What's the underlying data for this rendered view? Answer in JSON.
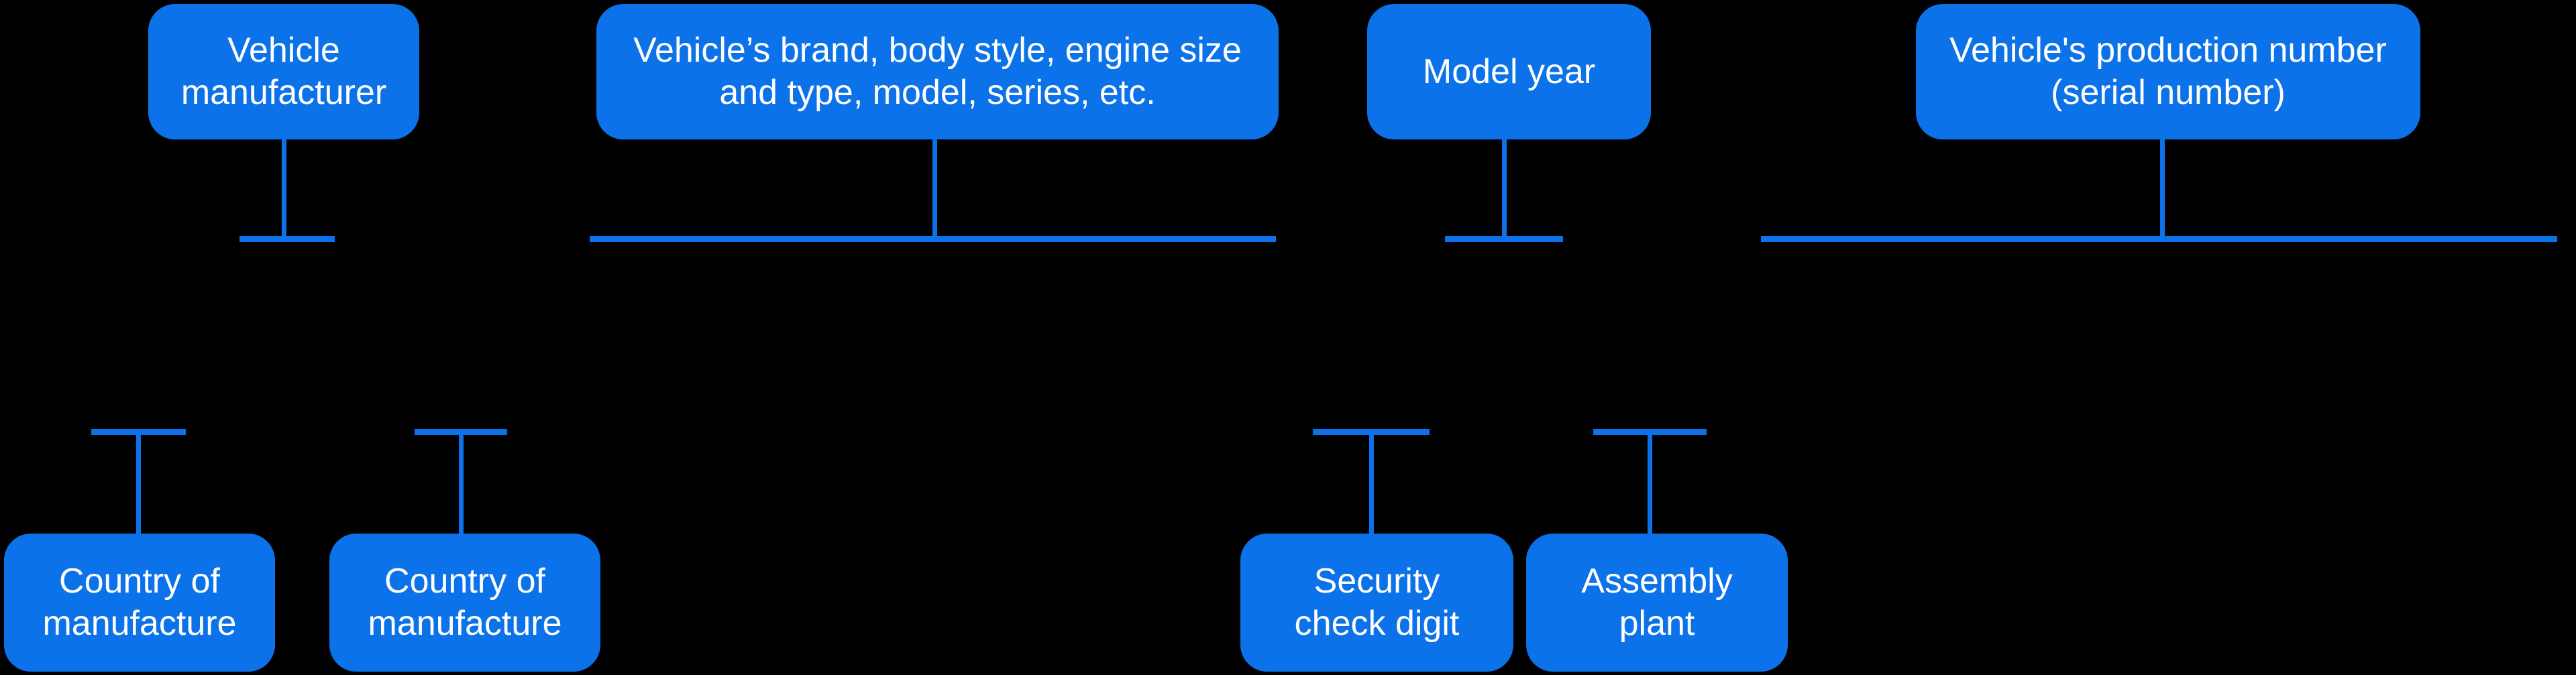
{
  "colors": {
    "background": "#000000",
    "node_fill": "#0C72E9",
    "connector": "#0C72E9",
    "node_text": "#FFFFFF"
  },
  "diagram": {
    "top_nodes": [
      {
        "id": "vehicle-manufacturer",
        "label": "Vehicle manufacturer",
        "lines": [
          "Vehicle",
          "manufacturer"
        ]
      },
      {
        "id": "vehicle-attributes",
        "label": "Vehicle’s brand, body style, engine size and type, model, series, etc.",
        "lines": [
          "Vehicle’s brand, body style, engine size",
          "and type, model, series, etc."
        ]
      },
      {
        "id": "model-year",
        "label": "Model year",
        "lines": [
          "Model year"
        ]
      },
      {
        "id": "production-number",
        "label": "Vehicle's production number (serial number)",
        "lines": [
          "Vehicle's production number",
          "(serial number)"
        ]
      }
    ],
    "bottom_nodes": [
      {
        "id": "country-of-manufacture-1",
        "label": "Country of manufacture",
        "lines": [
          "Country of",
          "manufacture"
        ]
      },
      {
        "id": "country-of-manufacture-2",
        "label": "Country of manufacture",
        "lines": [
          "Country of",
          "manufacture"
        ]
      },
      {
        "id": "security-check-digit",
        "label": "Security check digit",
        "lines": [
          "Security",
          "check digit"
        ]
      },
      {
        "id": "assembly-plant",
        "label": "Assembly plant",
        "lines": [
          "Assembly",
          "plant"
        ]
      }
    ]
  }
}
